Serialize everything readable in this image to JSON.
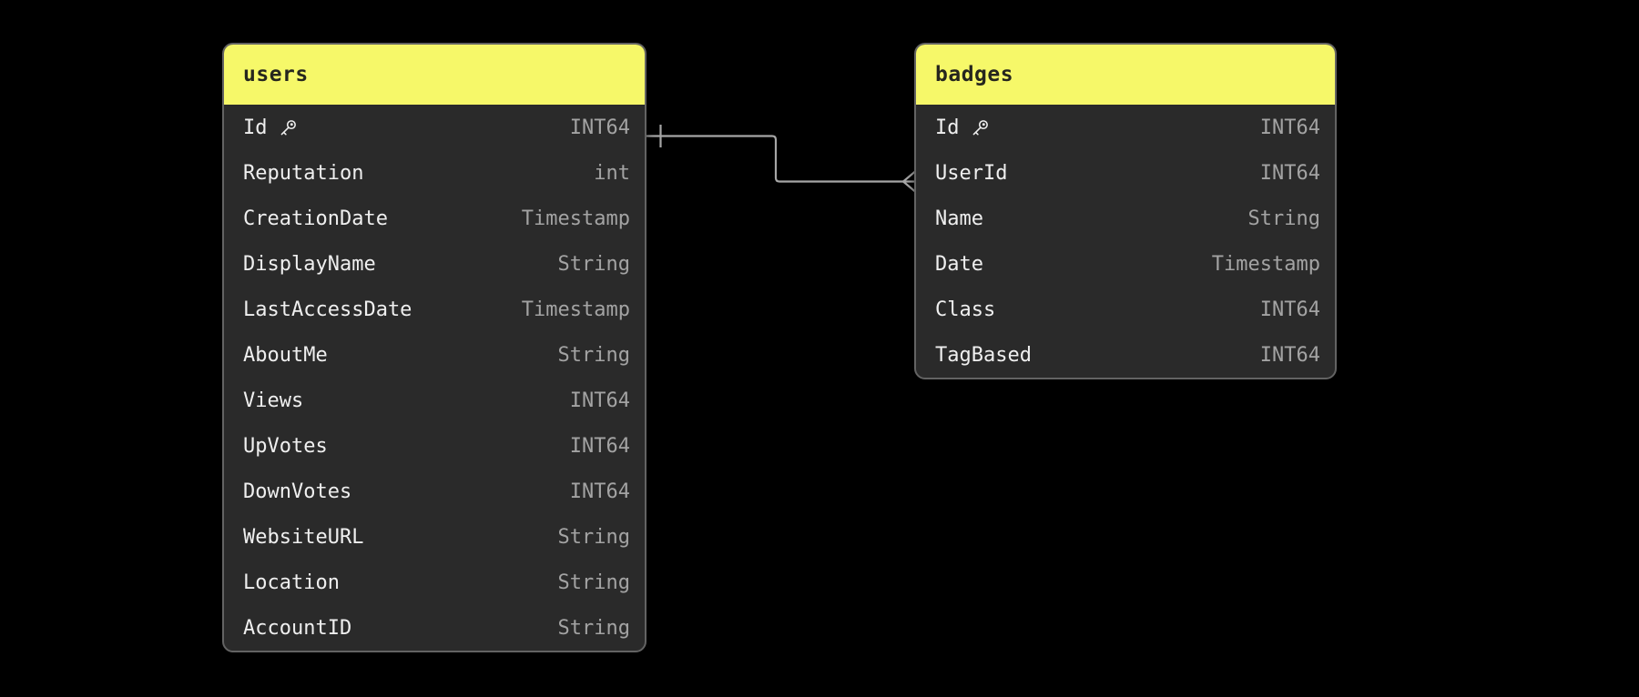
{
  "colors": {
    "background": "#000000",
    "table_header": "#F6F869",
    "table_header_text": "#26261E",
    "table_body": "#2A2A2A",
    "table_border": "#636363",
    "field_name_text": "#EFEFEF",
    "field_type_text": "#A3A3A3",
    "relationship_line": "#A6A6A6"
  },
  "diagram": {
    "tables": [
      {
        "name": "users",
        "fields": [
          {
            "name": "Id",
            "type": "INT64",
            "primary_key": true
          },
          {
            "name": "Reputation",
            "type": "int",
            "primary_key": false
          },
          {
            "name": "CreationDate",
            "type": "Timestamp",
            "primary_key": false
          },
          {
            "name": "DisplayName",
            "type": "String",
            "primary_key": false
          },
          {
            "name": "LastAccessDate",
            "type": "Timestamp",
            "primary_key": false
          },
          {
            "name": "AboutMe",
            "type": "String",
            "primary_key": false
          },
          {
            "name": "Views",
            "type": "INT64",
            "primary_key": false
          },
          {
            "name": "UpVotes",
            "type": "INT64",
            "primary_key": false
          },
          {
            "name": "DownVotes",
            "type": "INT64",
            "primary_key": false
          },
          {
            "name": "WebsiteURL",
            "type": "String",
            "primary_key": false
          },
          {
            "name": "Location",
            "type": "String",
            "primary_key": false
          },
          {
            "name": "AccountID",
            "type": "String",
            "primary_key": false
          }
        ]
      },
      {
        "name": "badges",
        "fields": [
          {
            "name": "Id",
            "type": "INT64",
            "primary_key": true
          },
          {
            "name": "UserId",
            "type": "INT64",
            "primary_key": false
          },
          {
            "name": "Name",
            "type": "String",
            "primary_key": false
          },
          {
            "name": "Date",
            "type": "Timestamp",
            "primary_key": false
          },
          {
            "name": "Class",
            "type": "INT64",
            "primary_key": false
          },
          {
            "name": "TagBased",
            "type": "INT64",
            "primary_key": false
          }
        ]
      }
    ],
    "relationship": {
      "from_table": "users",
      "from_field": "Id",
      "from_cardinality": "one",
      "to_table": "badges",
      "to_field": "UserId",
      "to_cardinality": "many"
    }
  }
}
